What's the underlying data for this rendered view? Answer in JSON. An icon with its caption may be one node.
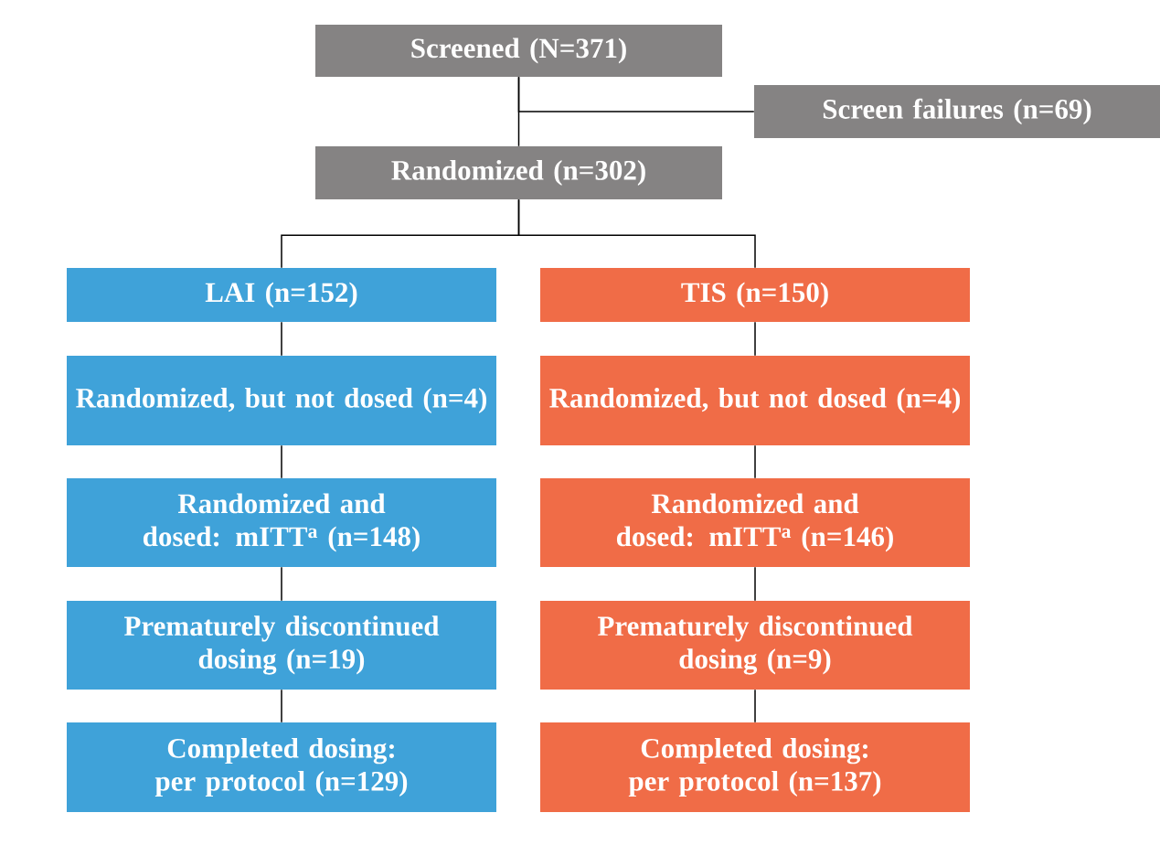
{
  "diagram": {
    "nodes": [
      {
        "text": [
          "Screened (N=371)"
        ]
      },
      {
        "text": [
          "Screen failures (n=69)"
        ]
      },
      {
        "text": [
          "Randomized (n=302)"
        ]
      },
      {
        "text": [
          "LAI (n=152)"
        ]
      },
      {
        "text": [
          "TIS (n=150)"
        ]
      },
      {
        "text": [
          "Randomized, but not dosed (n=4)"
        ]
      },
      {
        "text": [
          "Randomized, but not dosed (n=4)"
        ]
      },
      {
        "text": [
          "Randomized and dosed: mITT$^{a}$ (n=148)"
        ]
      },
      {
        "text": [
          "Randomized and dosed: mITT$^{a}$ (n=146)"
        ]
      },
      {
        "text": [
          "Prematurely discontinued dosing (n=19)"
        ]
      },
      {
        "text": [
          "Prematurely discontinued dosing (n=9)"
        ]
      },
      {
        "text": [
          "Completed dosing: per protocol (n=129)"
        ]
      },
      {
        "text": [
          "Completed dosing: per protocol (n=137)"
        ]
      }
    ],
    "edges": [
      {
        "from": 0,
        "to": 1,
        "arrow": "none"
      },
      {
        "from": 0,
        "to": 2,
        "arrow": "none"
      },
      {
        "from": 2,
        "to": 3,
        "arrow": "none"
      },
      {
        "from": 2,
        "to": 4,
        "arrow": "none"
      },
      {
        "from": 3,
        "to": 5,
        "arrow": "none"
      },
      {
        "from": 4,
        "to": 6,
        "arrow": "none"
      },
      {
        "from": 5,
        "to": 7,
        "arrow": "none"
      },
      {
        "from": 6,
        "to": 8,
        "arrow": "none"
      },
      {
        "from": 7,
        "to": 9,
        "arrow": "none"
      },
      {
        "from": 8,
        "to": 10,
        "arrow": "none"
      },
      {
        "from": 9,
        "to": 11,
        "arrow": "none"
      },
      {
        "from": 10,
        "to": 12,
        "arrow": "none"
      }
    ]
  }
}
